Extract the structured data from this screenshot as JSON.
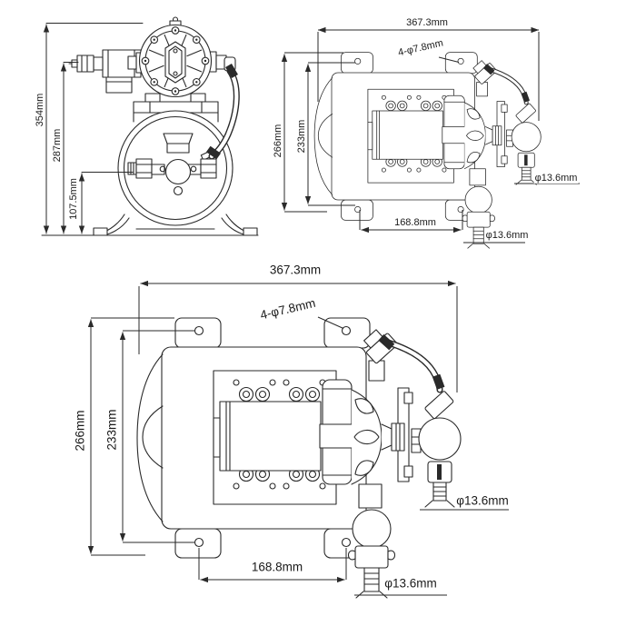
{
  "document": {
    "type": "technical dimension drawing",
    "subject": "diaphragm pump with horizontal accumulator tank - three orthographic views"
  },
  "views": {
    "front": {
      "dims": {
        "overall_height": "354mm",
        "pump_port_height": "287mm",
        "tank_port_height": "107.5mm"
      }
    },
    "plan_small": {
      "dims": {
        "overall_width": "367.3mm",
        "mounting_holes": "4-φ7.8mm",
        "overall_depth": "266mm",
        "hole_span_depth": "233mm",
        "hole_span_width": "168.8mm",
        "side_port_diameter": "φ13.6mm",
        "bottom_port_diameter": "φ13.6mm"
      }
    },
    "plan_large": {
      "dims": {
        "overall_width": "367.3mm",
        "mounting_holes": "4-φ7.8mm",
        "overall_depth": "266mm",
        "hole_span_depth": "233mm",
        "hole_span_width": "168.8mm",
        "side_port_diameter": "φ13.6mm",
        "bottom_port_diameter": "φ13.6mm"
      }
    }
  },
  "style": {
    "line_color": "#2a2a2a",
    "background": "#ffffff"
  }
}
